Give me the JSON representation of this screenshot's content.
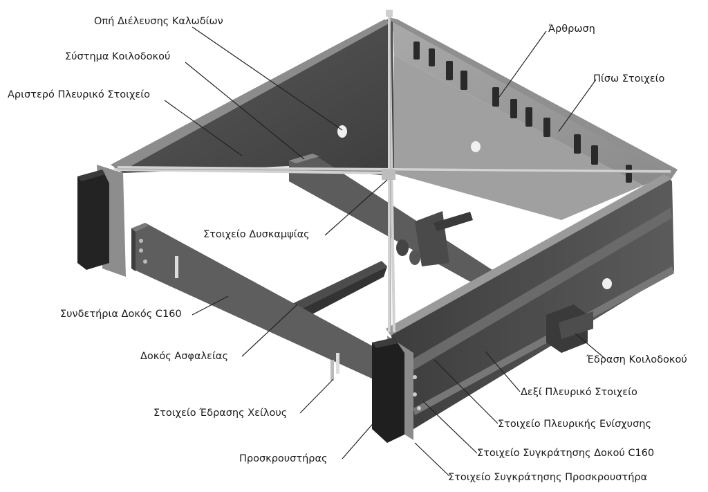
{
  "labels": {
    "cable_hole": "Οπή Διέλευσης Καλωδίων",
    "trough_system": "Σύστημα Κοιλοδοκού",
    "left_side_element": "Αριστερό Πλευρικό Στοιχείο",
    "stiffness_element": "Στοιχείο Δυσκαμψίας",
    "tie_beam": "Συνδετήρια Δοκός C160",
    "safety_beam": "Δοκός Ασφαλείας",
    "lip_support_element": "Στοιχείο Έδρασης Χείλους",
    "bumper": "Προσκρουστήρας",
    "joint": "Άρθρωση",
    "back_element": "Πίσω Στοιχείο",
    "trough_support": "Έδραση Κοιλοδοκού",
    "right_side_element": "Δεξί Πλευρικό Στοιχείο",
    "side_reinforcement": "Στοιχείο Πλευρικής Ενίσχυσης",
    "c160_retainer": "Στοιχείο Συγκράτησης Δοκού C160",
    "bumper_retainer": "Στοιχείο Συγκράτησης Προσκρουστήρα"
  },
  "colors": {
    "panel_dark": "#4e4e4e",
    "panel_mid": "#7b7b7b",
    "panel_light": "#9a9a9a",
    "beam": "#5a5a5a",
    "rod": "#d8d8d8",
    "bumper": "#1e1e1e",
    "leader": "#222222"
  }
}
